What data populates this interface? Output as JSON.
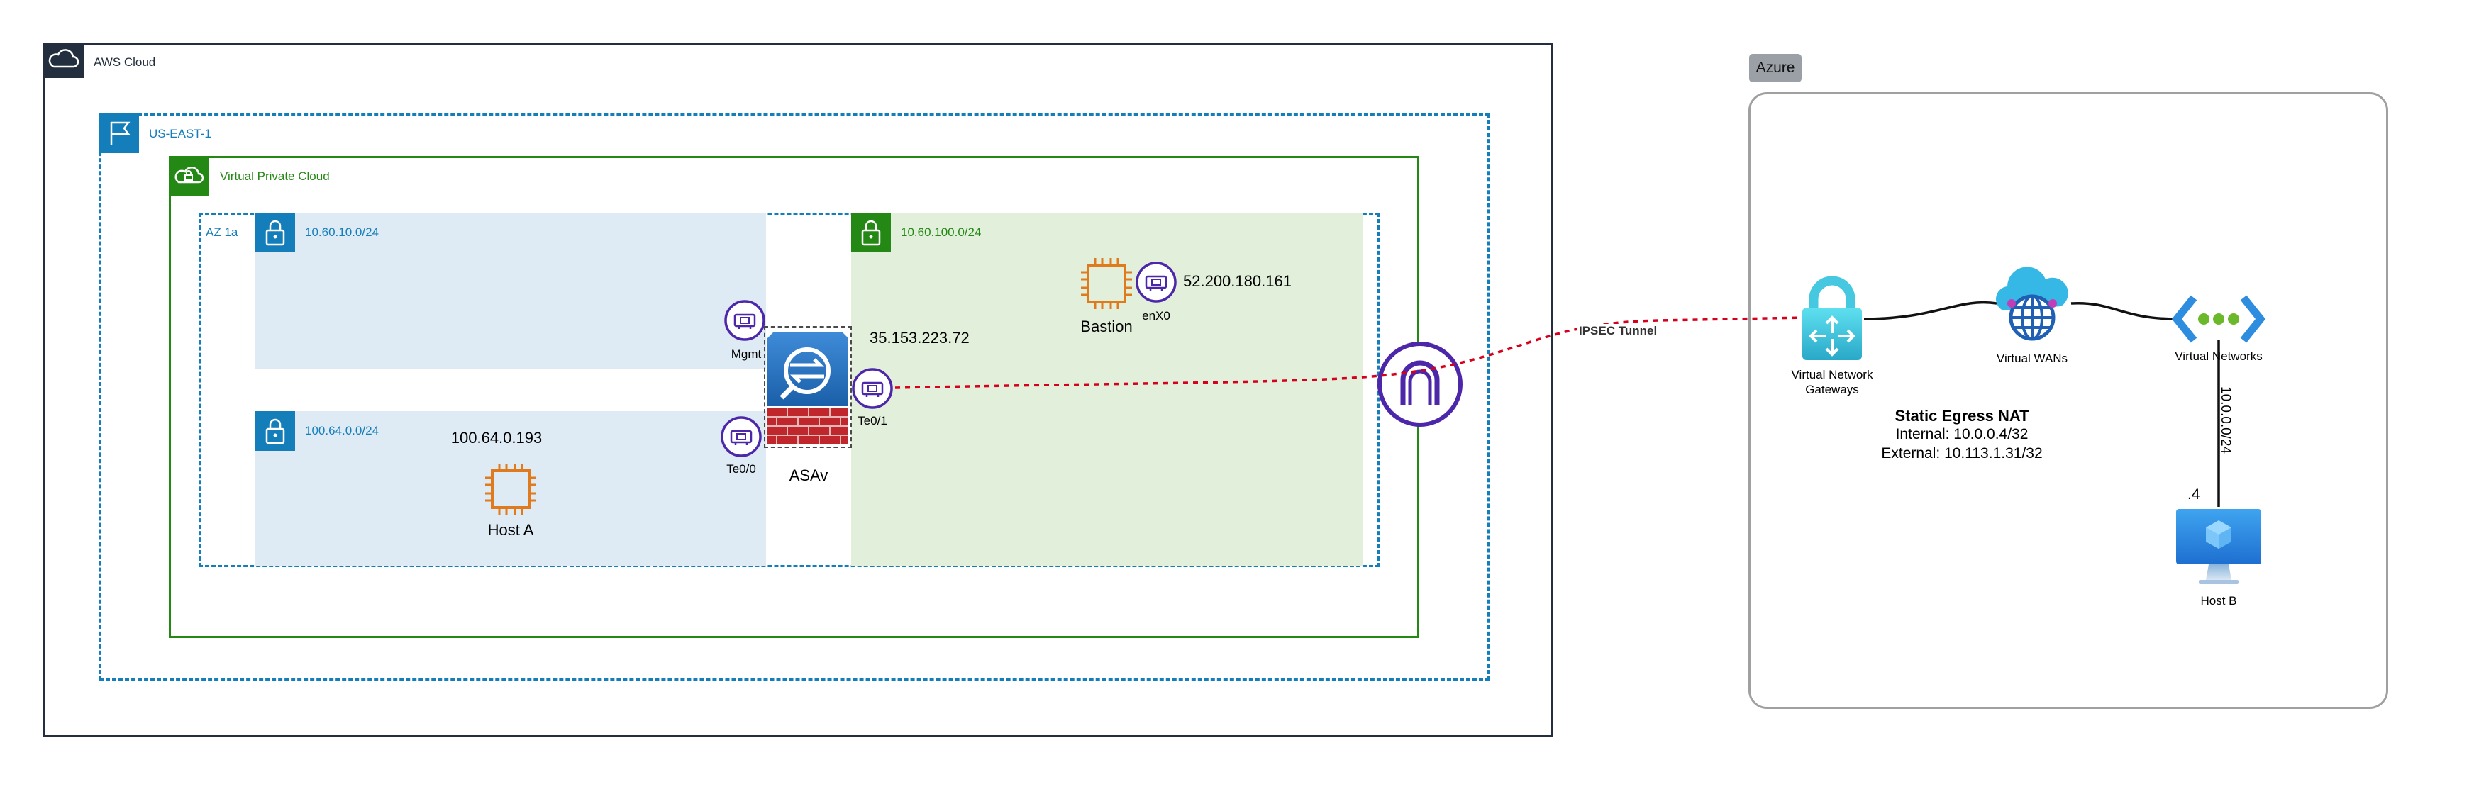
{
  "aws": {
    "cloud_label": "AWS Cloud",
    "region_label": "US-EAST-1",
    "vpc_label": "Virtual Private Cloud",
    "az_label": "AZ 1a",
    "subnet_mgmt_cidr": "10.60.10.0/24",
    "subnet_inside_cidr": "100.64.0.0/24",
    "subnet_outside_cidr": "10.60.100.0/24",
    "host_a": {
      "ip": "100.64.0.193",
      "label": "Host A"
    },
    "bastion": {
      "label": "Bastion",
      "nic_label": "enX0",
      "ip": "52.200.180.161"
    },
    "asav": {
      "label": "ASAv",
      "public_ip": "35.153.223.72",
      "mgmt_label": "Mgmt",
      "te00_label": "Te0/0",
      "te01_label": "Te0/1"
    }
  },
  "tunnel": {
    "label": "IPSEC Tunnel"
  },
  "azure": {
    "tag_label": "Azure",
    "vng_label_line1": "Virtual Network",
    "vng_label_line2": "Gateways",
    "vwan_label": "Virtual WANs",
    "vnet_label": "Virtual Networks",
    "vnet_cidr": "10.0.0.0/24",
    "host_b_suffix": ".4",
    "host_b_label": "Host B",
    "nat": {
      "title": "Static Egress NAT",
      "internal": "Internal: 10.0.0.4/32",
      "external": "External: 10.113.1.31/32"
    }
  },
  "colors": {
    "aws_dark": "#232f3e",
    "region_blue": "#147eba",
    "vpc_green": "#248814",
    "subnet_blue_fill": "#deebf5",
    "subnet_green_fill": "#e2efdb",
    "tunnel_red": "#d6001c",
    "ec2_orange": "#e07b1d",
    "eni_purple": "#4d27aa",
    "azure_tag": "#9aa0a6"
  },
  "icons": [
    "cloud-icon",
    "flag-icon",
    "vpc-icon",
    "lock-icon",
    "chip-icon",
    "eni-icon",
    "asav-icon",
    "gateway-icon",
    "vwan-icon",
    "vnet-icon",
    "monitor-icon"
  ]
}
